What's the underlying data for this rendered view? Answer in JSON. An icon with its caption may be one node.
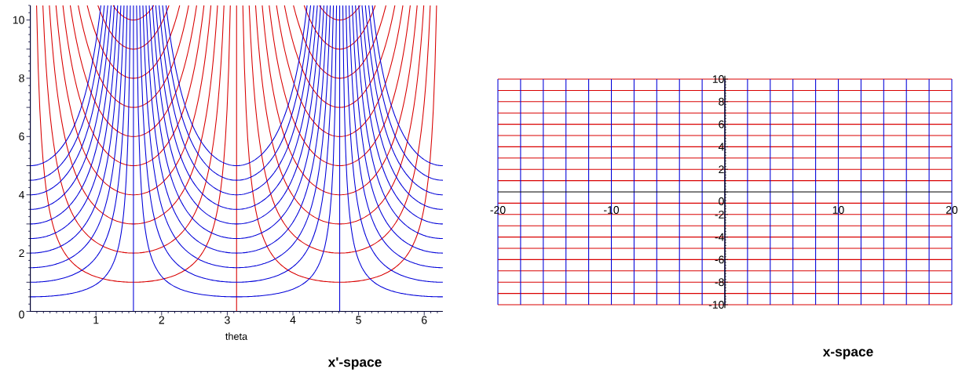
{
  "diagram": {
    "labels": [
      "10",
      "8",
      "6",
      "4",
      "2",
      "0",
      "1",
      "2",
      "3",
      "4",
      "5",
      "6",
      "theta",
      "x'-space",
      "10",
      "8",
      "6",
      "4",
      "2",
      "-20",
      "-10",
      "0",
      "10",
      "20",
      "-2",
      "-4",
      "-6",
      "-8",
      "-10",
      "x-space"
    ]
  }
}
